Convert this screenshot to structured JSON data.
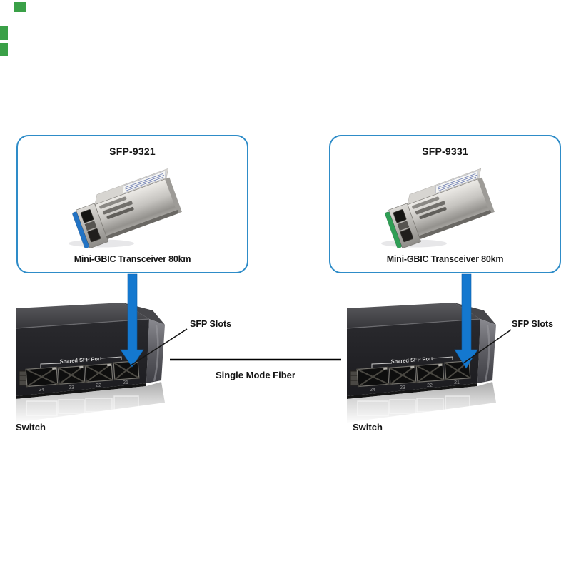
{
  "diagram": {
    "cards": [
      {
        "title": "SFP-9321",
        "caption": "Mini-GBIC Transceiver 80km",
        "clip_color": "#2273c4"
      },
      {
        "title": "SFP-9331",
        "caption": "Mini-GBIC Transceiver 80km",
        "clip_color": "#2f9e55"
      }
    ],
    "switches": [
      {
        "label": "Switch",
        "shared_port_label": "Shared SFP Port",
        "ports": [
          "24",
          "23",
          "22",
          "21"
        ],
        "sfp_slots_label": "SFP Slots"
      },
      {
        "label": "Switch",
        "shared_port_label": "Shared SFP Port",
        "ports": [
          "24",
          "23",
          "22",
          "21"
        ],
        "sfp_slots_label": "SFP Slots"
      }
    ],
    "connection": {
      "label": "Single Mode Fiber"
    },
    "colors": {
      "card_border": "#2e8cc8",
      "arrow": "#1478cf",
      "fiber_line": "#000000",
      "corner_mark": "#3aa047"
    }
  }
}
